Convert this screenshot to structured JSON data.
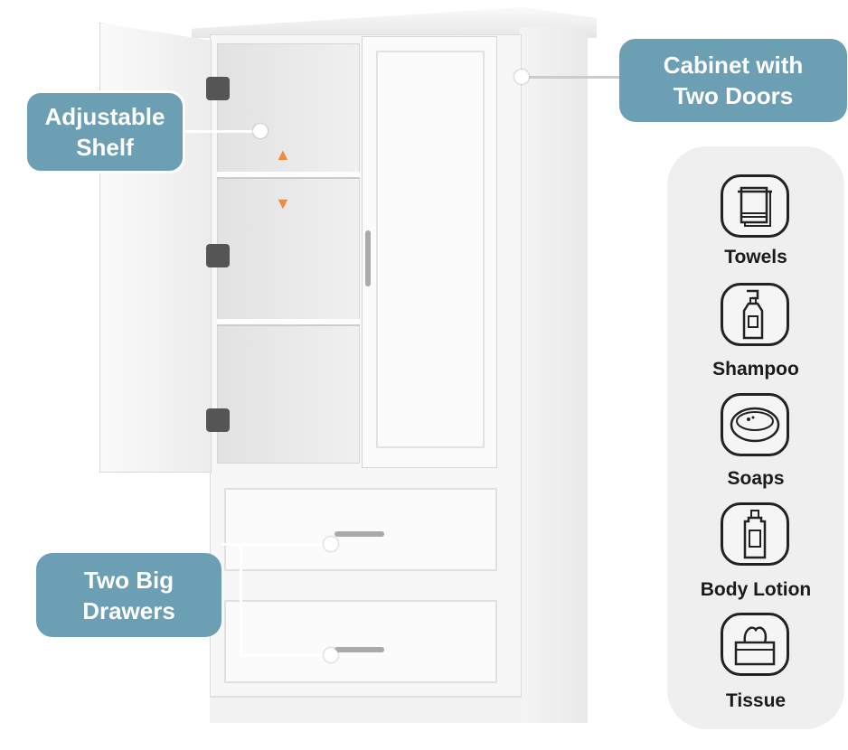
{
  "callouts": {
    "adjustable_shelf": [
      "Adjustable",
      "Shelf"
    ],
    "cabinet_doors": [
      "Cabinet with",
      "Two Doors"
    ],
    "drawers": [
      "Two Big",
      "Drawers"
    ]
  },
  "uses": [
    {
      "label": "Towels",
      "icon": "towel-icon"
    },
    {
      "label": "Shampoo",
      "icon": "shampoo-bottle-icon"
    },
    {
      "label": "Soaps",
      "icon": "soap-icon"
    },
    {
      "label": "Body Lotion",
      "icon": "lotion-bottle-icon"
    },
    {
      "label": "Tissue",
      "icon": "tissue-box-icon"
    }
  ],
  "colors": {
    "label_bg": "#6c9fb4",
    "panel_bg": "#efefef",
    "arrow": "#f08a3c"
  }
}
